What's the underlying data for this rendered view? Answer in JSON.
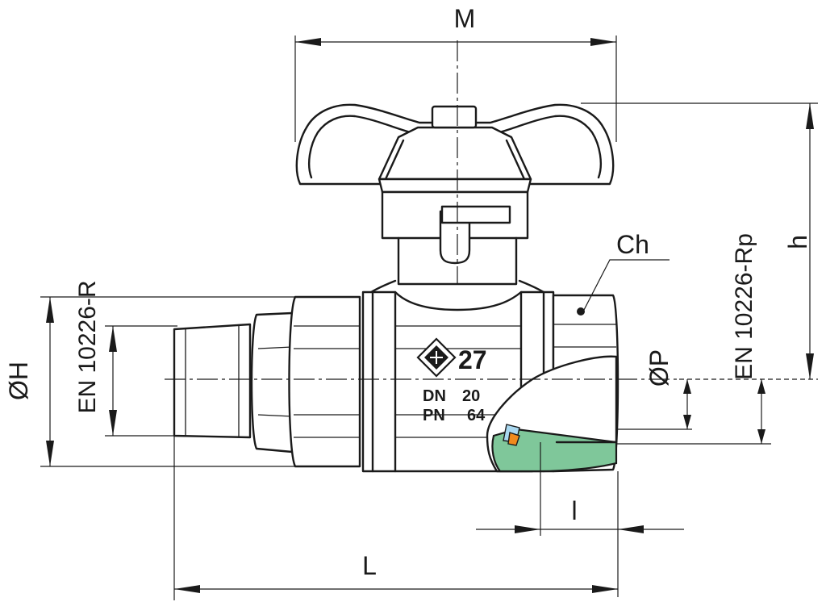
{
  "dimensions": {
    "M": "M",
    "h": "h",
    "Ch": "Ch",
    "OH": "ØH",
    "OP": "ØP",
    "L": "L",
    "l": "l"
  },
  "standards": {
    "left": "EN 10226-R",
    "right": "EN 10226-Rp"
  },
  "body_marking": {
    "size": "27",
    "dn_label": "DN",
    "dn_value": "20",
    "pn_label": "PN",
    "pn_value": "64"
  },
  "colors": {
    "line": "#1a1a1a",
    "section_fill": "#7fc79a",
    "seal_orange": "#f08a1c",
    "seal_blue": "#a9d8f0",
    "background": "#ffffff"
  }
}
